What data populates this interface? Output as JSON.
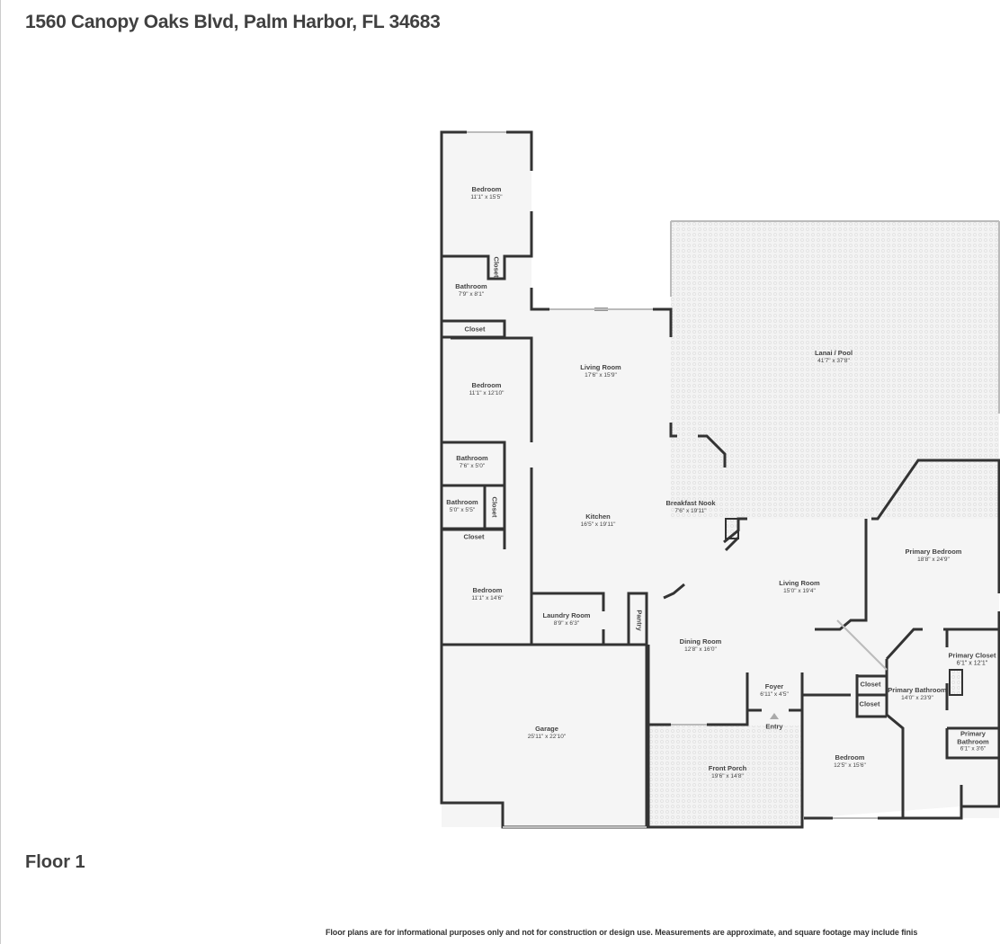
{
  "header": {
    "address": "1560 Canopy Oaks Blvd, Palm Harbor, FL 34683"
  },
  "floor_label": "Floor 1",
  "disclaimer": "Floor plans are for informational purposes only and not for construction or design use. Measurements are approximate, and square footage may include finis",
  "rooms": [
    {
      "name": "Bedroom",
      "dims": "11'1\" x 15'5\""
    },
    {
      "name": "Bathroom",
      "dims": "7'9\" x 8'1\""
    },
    {
      "name": "Closet",
      "dims": ""
    },
    {
      "name": "Closet",
      "dims": ""
    },
    {
      "name": "Bedroom",
      "dims": "11'1\" x 12'10\""
    },
    {
      "name": "Living Room",
      "dims": "17'6\" x 15'9\""
    },
    {
      "name": "Lanai / Pool",
      "dims": "41'7\" x 37'8\""
    },
    {
      "name": "Bathroom",
      "dims": "7'6\" x 5'0\""
    },
    {
      "name": "Bathroom",
      "dims": "5'0\" x 5'5\""
    },
    {
      "name": "Closet",
      "dims": ""
    },
    {
      "name": "Closet",
      "dims": ""
    },
    {
      "name": "Kitchen",
      "dims": "16'5\" x 19'11\""
    },
    {
      "name": "Breakfast Nook",
      "dims": "7'6\" x 19'11\""
    },
    {
      "name": "Bedroom",
      "dims": "11'1\" x 14'6\""
    },
    {
      "name": "Laundry Room",
      "dims": "8'9\" x 6'3\""
    },
    {
      "name": "Pantry",
      "dims": ""
    },
    {
      "name": "Living Room",
      "dims": "15'0\" x 19'4\""
    },
    {
      "name": "Primary Bedroom",
      "dims": "18'8\" x 24'9\""
    },
    {
      "name": "Dining Room",
      "dims": "12'8\" x 16'0\""
    },
    {
      "name": "Primary Closet",
      "dims": "6'1\" x 12'1\""
    },
    {
      "name": "Foyer",
      "dims": "6'11\" x 4'5\""
    },
    {
      "name": "Closet",
      "dims": ""
    },
    {
      "name": "Primary Bathroom",
      "dims": "14'0\" x 23'9\""
    },
    {
      "name": "Closet",
      "dims": ""
    },
    {
      "name": "Entry",
      "dims": ""
    },
    {
      "name": "Primary Bathroom",
      "dims": "6'1\" x 3'6\""
    },
    {
      "name": "Garage",
      "dims": "25'11\" x 22'10\""
    },
    {
      "name": "Front Porch",
      "dims": "19'6\" x 14'8\""
    },
    {
      "name": "Bedroom",
      "dims": "12'5\" x 15'6\""
    }
  ]
}
